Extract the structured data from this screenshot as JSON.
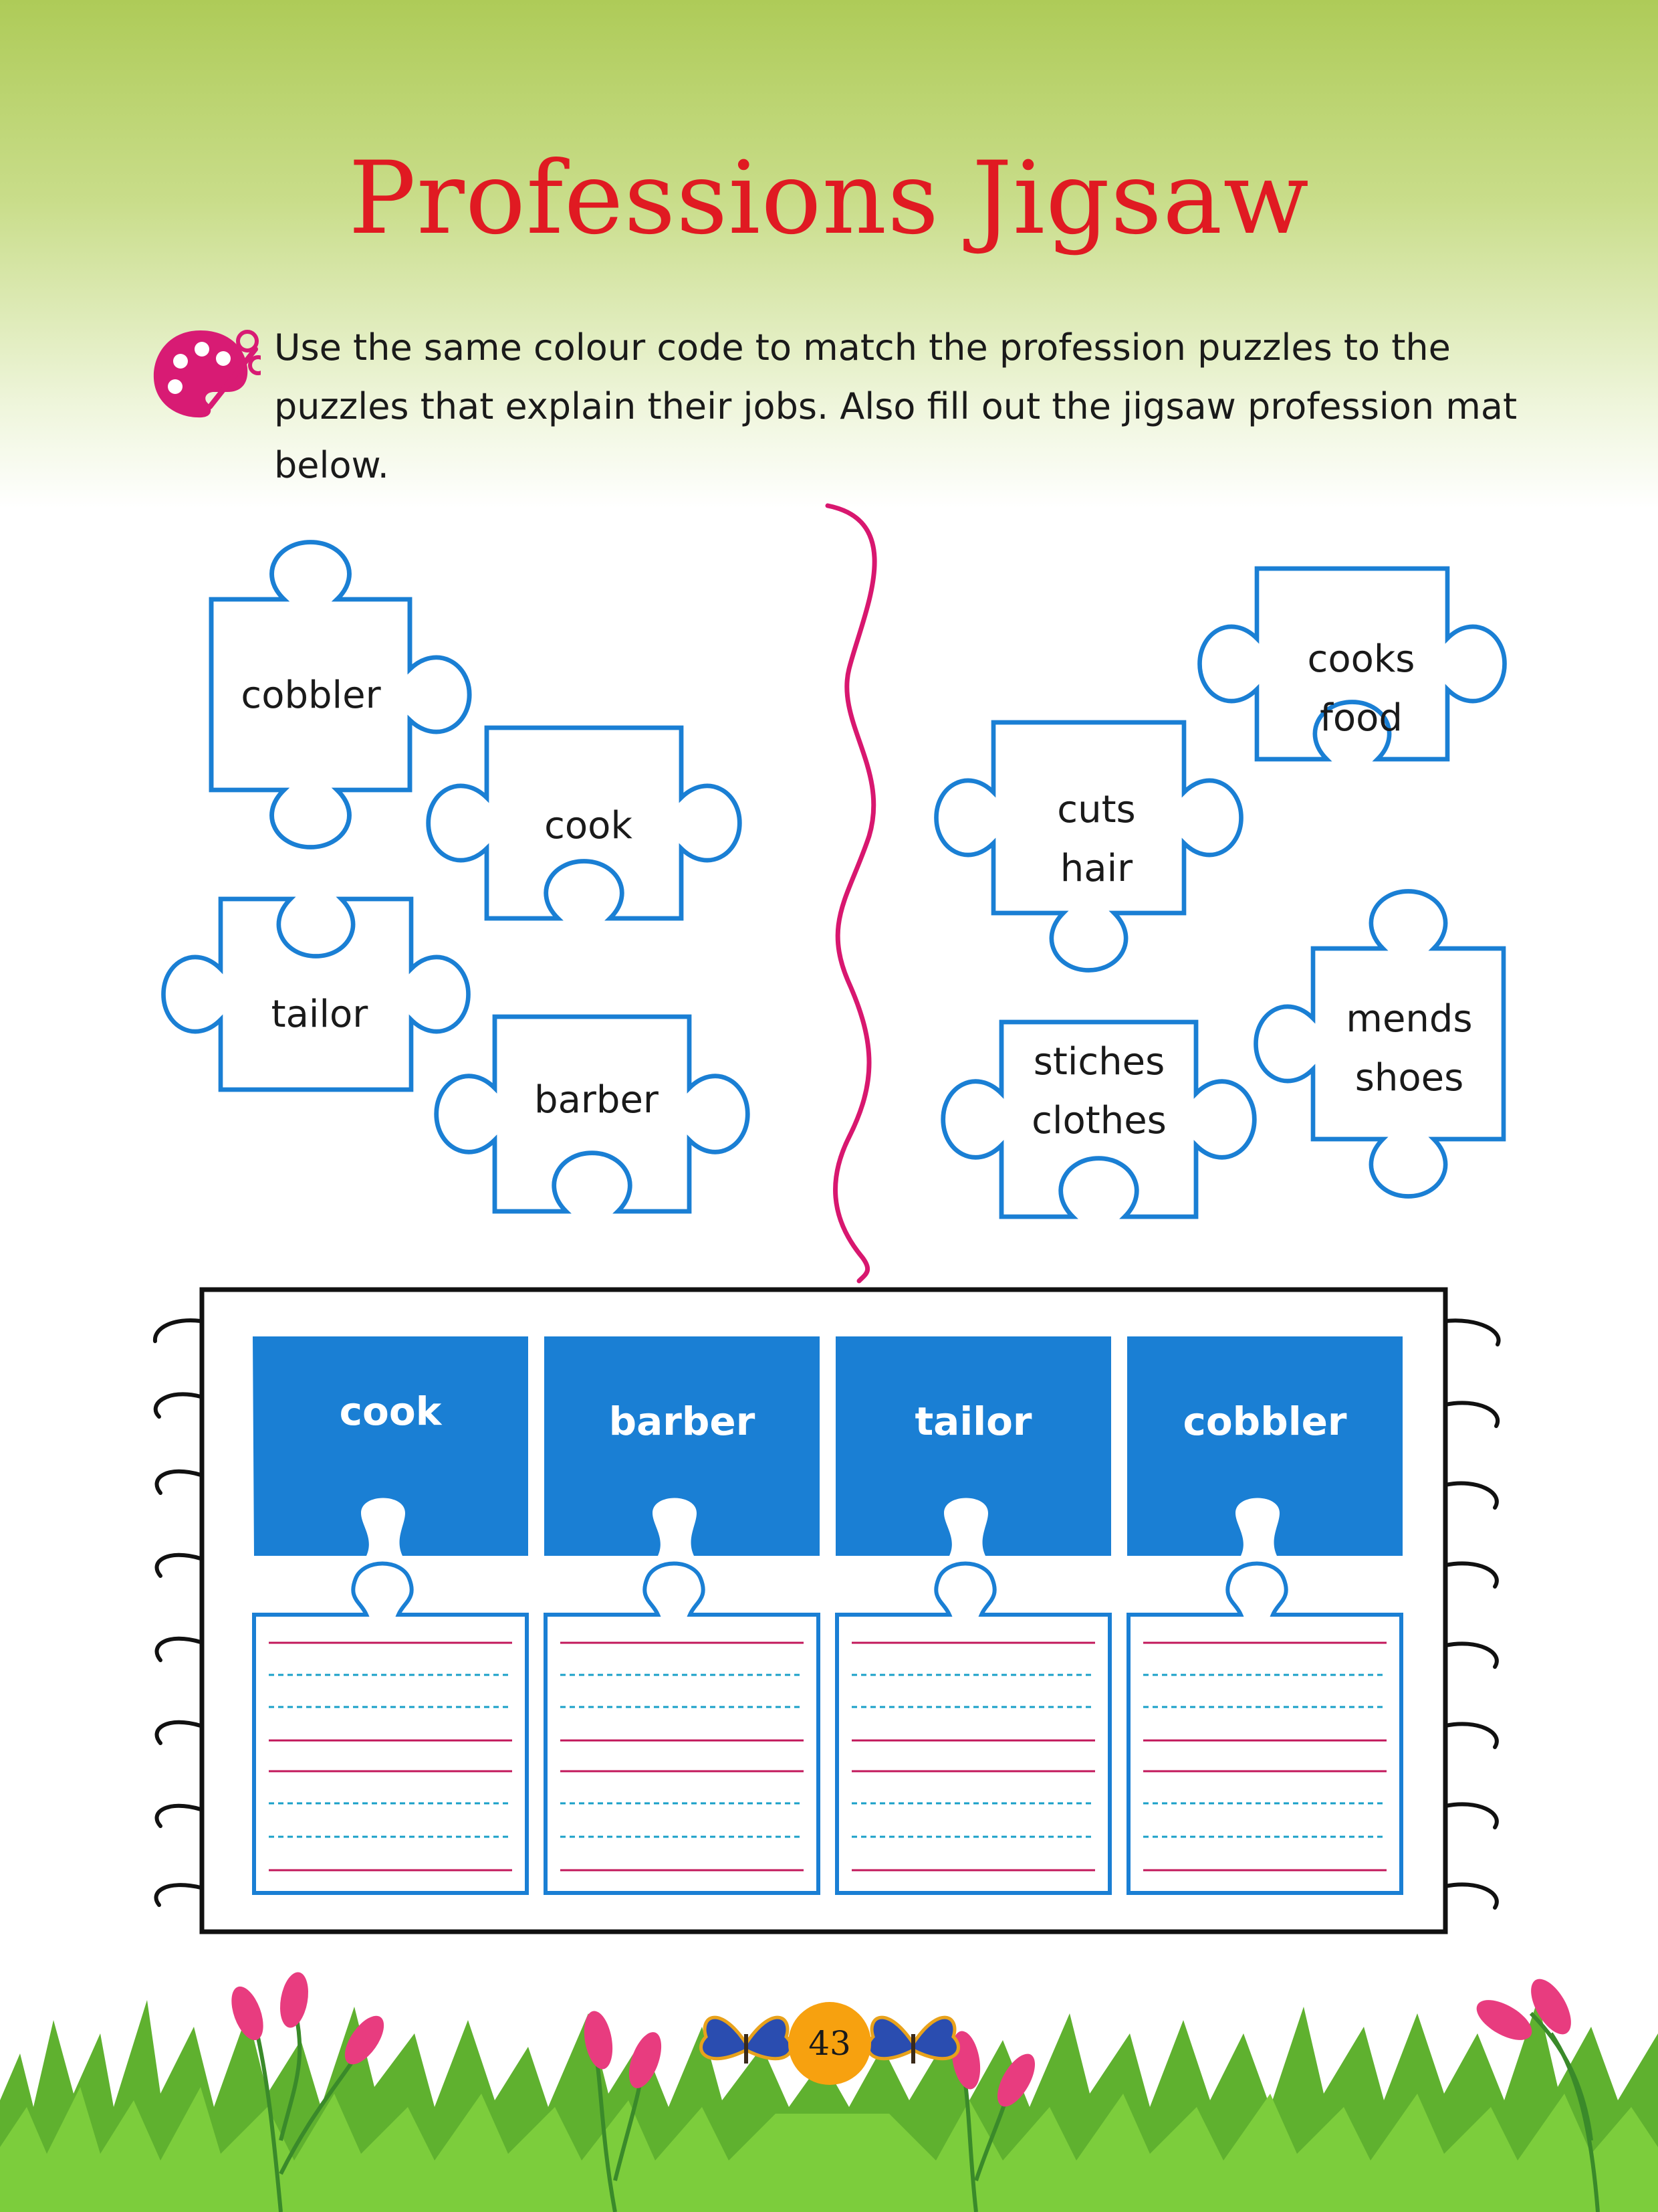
{
  "title": "Professions Jigsaw",
  "instruction": "Use the same colour code to match the profession puzzles to the puzzles that explain their jobs. Also fill out the jigsaw profession mat below.",
  "icons": {
    "instruction": "palette-brush-icon",
    "page_number_decoration": "butterfly-icon"
  },
  "colors": {
    "title": "#e01a22",
    "piece_outline": "#1a7fd4",
    "mat_fill": "#1a7fd4",
    "divider": "#d8176f",
    "writing_line": "#c2185b",
    "dashed_line": "#1aa0c8"
  },
  "professions": [
    {
      "label": "cobbler"
    },
    {
      "label": "cook"
    },
    {
      "label": "tailor"
    },
    {
      "label": "barber"
    }
  ],
  "jobs": [
    {
      "lines": [
        "cooks",
        "food"
      ]
    },
    {
      "lines": [
        "cuts",
        "hair"
      ]
    },
    {
      "lines": [
        "mends",
        "shoes"
      ]
    },
    {
      "lines": [
        "stiches",
        "clothes"
      ]
    }
  ],
  "mat": {
    "labels": [
      "cook",
      "barber",
      "tailor",
      "cobbler"
    ]
  },
  "page_number": "43"
}
